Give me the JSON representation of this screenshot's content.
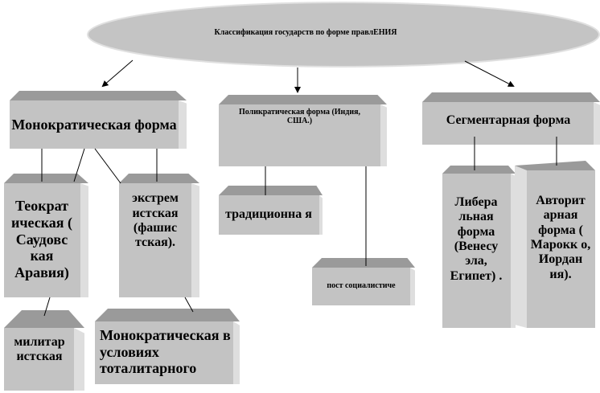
{
  "title": "Классификация государств по форме правлЕНИЯ",
  "nodes": {
    "monocratic": "Монократическая форма",
    "polycratic": "Поликратическая форма (Индия, США.)",
    "segmentary": "Сегментарная форма",
    "theocratic": "Теократ ическая ( Саудовс кая Аравия)",
    "extremist": "экстрем истская (фашис тская).",
    "militarist": "милитар истская",
    "totalitarian": "Монократическая в условиях тоталитарного",
    "traditional": "традиционна я",
    "postsocialist": "пост социалистиче",
    "liberal": "Либера льная форма (Венесу эла, Египет) .",
    "authoritarian": "Авторит арная форма ( Марокк о, Иордан ия)."
  },
  "colors": {
    "front": "#c3c3c3",
    "top": "#9a9a9a",
    "side": "#dedede",
    "ellipse": "#c4c4c4"
  }
}
